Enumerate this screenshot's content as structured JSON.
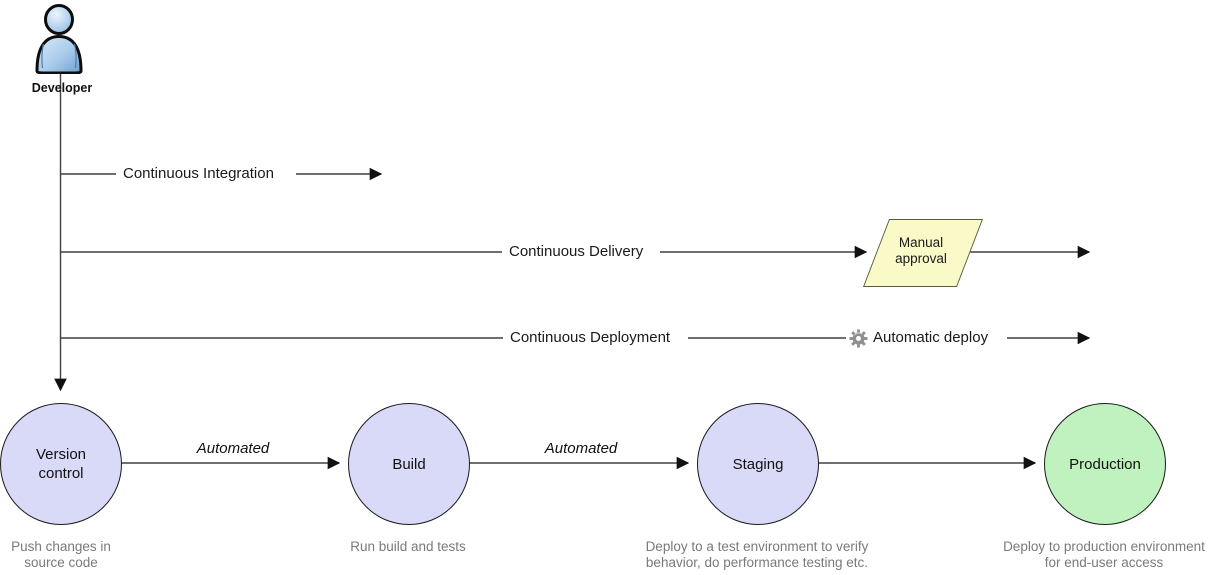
{
  "actor": {
    "label": "Developer"
  },
  "flows": {
    "integration": {
      "label": "Continuous Integration"
    },
    "delivery": {
      "label": "Continuous Delivery",
      "approval": "Manual approval"
    },
    "deployment": {
      "label": "Continuous Deployment",
      "auto": "Automatic deploy"
    }
  },
  "stages": [
    {
      "label": "Version control",
      "caption": "Push changes in source code",
      "fill": "#d9d9f8"
    },
    {
      "label": "Build",
      "caption": "Run build and tests",
      "fill": "#d9d9f8"
    },
    {
      "label": "Staging",
      "caption": "Deploy to a test environment to verify behavior, do performance testing etc.",
      "fill": "#d9d9f8"
    },
    {
      "label": "Production",
      "caption": "Deploy to production environment for end-user access",
      "fill": "#c0f2c0"
    }
  ],
  "edges": [
    {
      "label": "Automated"
    },
    {
      "label": "Automated"
    },
    {
      "label": ""
    }
  ],
  "colors": {
    "approval_fill": "#fafac8",
    "stage_fill": "#d9d9f8",
    "production_fill": "#c0f2c0",
    "caption_text": "#7a7a7a",
    "line": "#404040",
    "actor_fill": "#9cc3e6"
  }
}
